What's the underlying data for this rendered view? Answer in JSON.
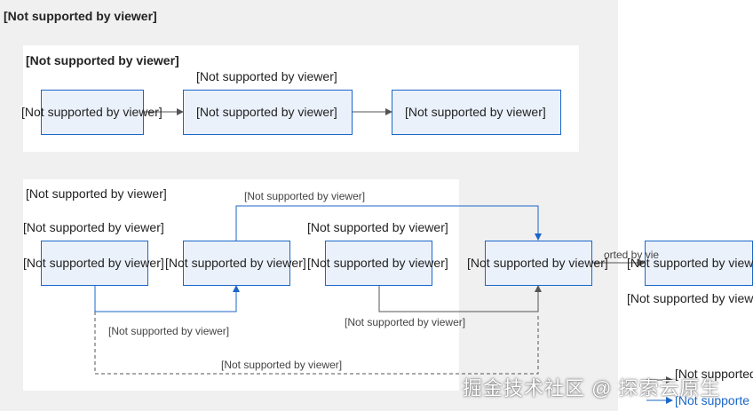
{
  "placeholder": "[Not supported by viewer]",
  "colors": {
    "node_fill": "#eaf1fb",
    "node_border": "#1b66c9",
    "edge_dark": "#555555",
    "edge_blue": "#1b66c9",
    "group_bg": "#f0f0f0"
  },
  "watermark": "掘金技术社区 @ 探索云原生",
  "legend": {
    "line1": "[Not supported",
    "line2": "[Not supporte"
  },
  "edge_label_cut": "orted by vie"
}
